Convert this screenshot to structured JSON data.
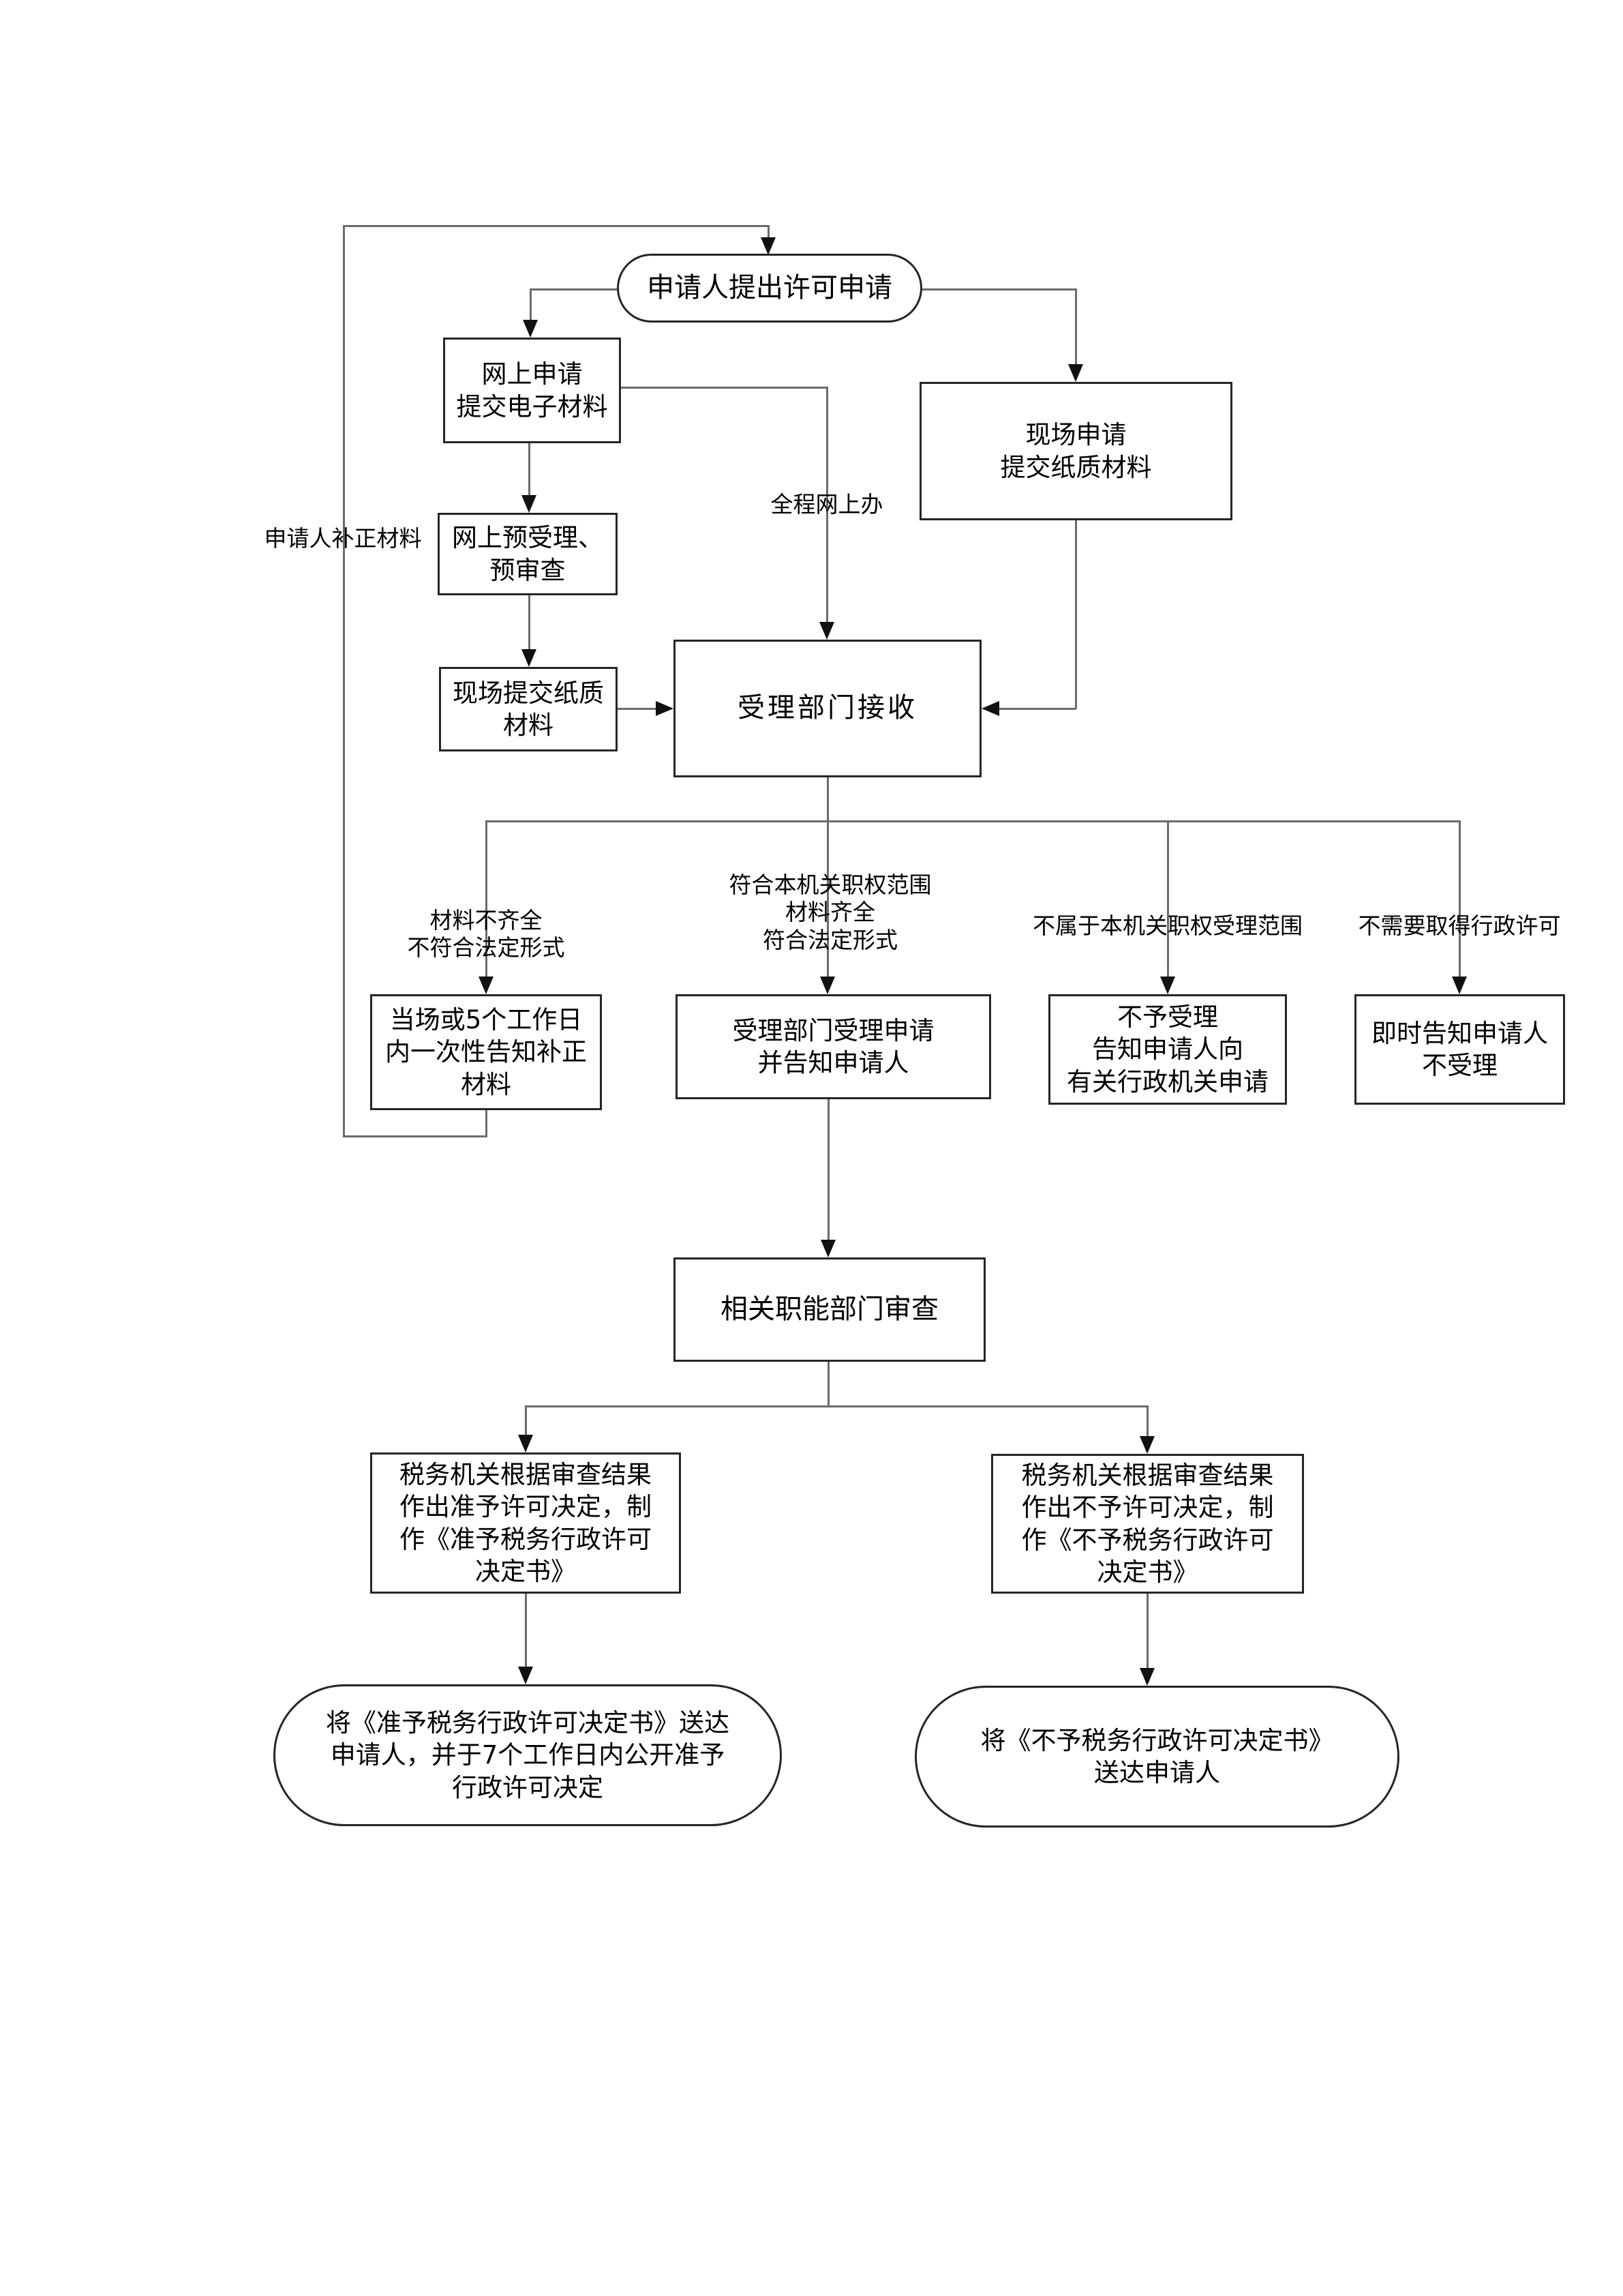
{
  "colors": {
    "canvas": "#ffffff",
    "border": "#262626",
    "line": "#6b6b6b",
    "arrow": "#111111",
    "text": "#000000"
  },
  "diagram": {
    "nodes": {
      "start": "申请人提出许可申请",
      "online_apply": "网上申请\n提交电子材料",
      "onsite_apply": "现场申请\n提交纸质材料",
      "online_pre_accept": "网上预受理、\n预审查",
      "onsite_paper": "现场提交纸质\n材料",
      "receive": "受理部门接收",
      "notify_correct": "当场或5个工作日\n内一次性告知补正\n材料",
      "accept_notify": "受理部门受理申请\n并告知申请人",
      "reject_refer": "不予受理\n告知申请人向\n有关行政机关申请",
      "immediate_reject": "即时告知申请人\n不受理",
      "dept_review": "相关职能部门审查",
      "grant": "税务机关根据审查结果\n作出准予许可决定，制\n作《准予税务行政许可\n决定书》",
      "deny": "税务机关根据审查结果\n作出不予许可决定，制\n作《不予税务行政许可\n决定书》",
      "deliver_grant": "将《准予税务行政许可决定书》送达\n申请人，并于7个工作日内公开准予\n行政许可决定",
      "deliver_deny": "将《不予税务行政许可决定书》\n送达申请人"
    },
    "edge_labels": {
      "correct_materials": "申请人补正材料",
      "whole_online": "全程网上办",
      "incomplete": "材料不齐全\n不符合法定形式",
      "complete": "符合本机关职权范围\n材料齐全\n符合法定形式",
      "not_jurisdiction": "不属于本机关职权受理范围",
      "no_license_needed": "不需要取得行政许可"
    }
  }
}
